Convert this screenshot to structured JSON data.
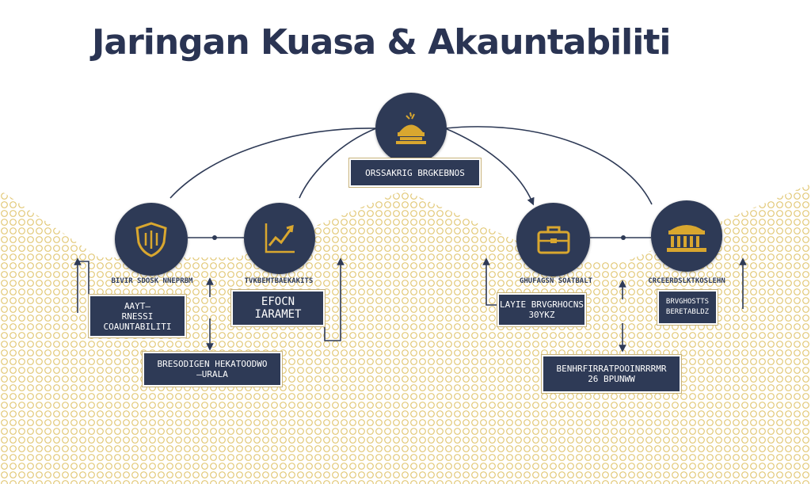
{
  "title": "Jaringan Kuasa & Akauntabiliti",
  "colors": {
    "navy": "#2e3a56",
    "gold": "#d9a72f",
    "pattern": "#e2c876",
    "title": "#2a3453"
  },
  "icons": {
    "top": "parliament-dome-icon",
    "left": "shield-icon",
    "center_left": "growth-chart-icon",
    "center_right": "briefcase-icon",
    "right": "government-building-icon"
  },
  "boxes": {
    "center_top": [
      "ORSSAKRIG BRGKEBNOS"
    ],
    "left_upper": [
      "AAYT–",
      "RNESSI",
      "COAUNTABILITI"
    ],
    "center_left": [
      "EFOCN",
      "IARAMET"
    ],
    "left_lower": [
      "BRESODIGEN HEKATOODWO",
      "–URALA"
    ],
    "right_upper": [
      "LAYIE BRVGRHOCNS",
      "30YKZ"
    ],
    "right_lower": [
      "BENHRFIRRATPOOINRRRMR",
      "26 BPUNWW"
    ],
    "right_side": [
      "BRVGHOSTTS",
      "BERETABLDZ"
    ]
  },
  "labels": {
    "left": "BIVIR SDOSK NNEPRBM",
    "center_left": "TVKBEMTBAEKAKITS",
    "center_right": "GHUFAGSN SOATBALT",
    "right": "CRCEERDSLKTKOSLEHN"
  }
}
